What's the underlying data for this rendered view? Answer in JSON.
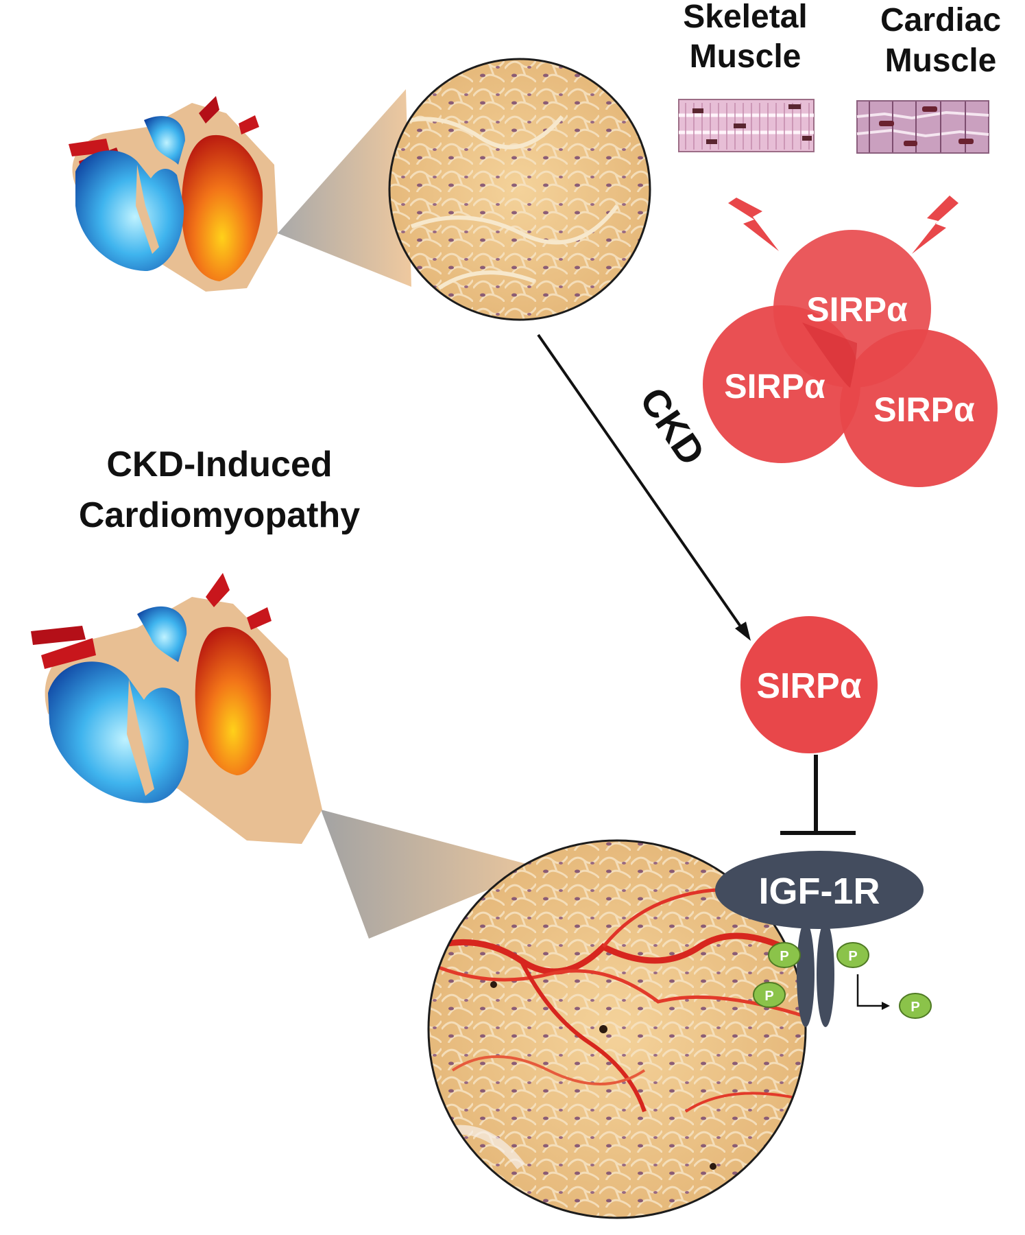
{
  "labels": {
    "skeletal_line1": "Skeletal",
    "skeletal_line2": "Muscle",
    "cardiac_line1": "Cardiac",
    "cardiac_line2": "Muscle",
    "title_line1": "CKD-Induced",
    "title_line2": "Cardiomyopathy",
    "arrow": "CKD",
    "receptor": "IGF-1R",
    "phospho": "P"
  },
  "sirpa_cluster": [
    "SIRPα",
    "SIRPα",
    "SIRPα"
  ],
  "sirpa_single": "SIRPα",
  "colors": {
    "sirpa": "#e8474a",
    "receptor": "#434c5e",
    "phospho": "#8bc34a",
    "bolt": "#e8474a",
    "tissue": "#efc384",
    "fibrosis": "#d7261e"
  },
  "icons": [
    "heart-icon",
    "lightning-bolt-icon",
    "skeletal-muscle-icon",
    "cardiac-muscle-icon",
    "phosphate-icon"
  ]
}
